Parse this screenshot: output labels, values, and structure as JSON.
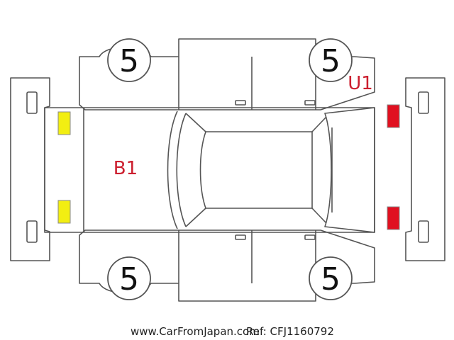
{
  "tires": {
    "front_left": "5",
    "front_right": "5",
    "rear_left": "5",
    "rear_right": "5"
  },
  "markers": {
    "b1": "B1",
    "u1": "U1"
  },
  "footer": {
    "site": "www.CarFromJapan.com",
    "ref": "Ref: CFJ1160792"
  },
  "colors": {
    "headlight": "#f2ee12",
    "taillight": "#e01020",
    "code_text": "#cc1f2f",
    "outline": "#555555"
  }
}
